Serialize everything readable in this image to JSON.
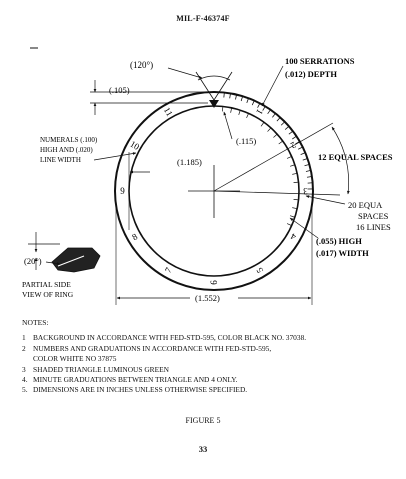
{
  "header": "MIL-F-46374F",
  "figure": {
    "angle_top": "(120°)",
    "serrations_line1": "100 SERRATIONS",
    "serrations_line2": "(.012) DEPTH",
    "dim_105": "(.105)",
    "dim_115": "(.115)",
    "dim_1185": "(1.185)",
    "numerals_line1": "NUMERALS (.100)",
    "numerals_line2": "HIGH AND (.020)",
    "numerals_line3": "LINE WIDTH",
    "spaces_12": "12 EQUAL SPACES",
    "spaces_20_line1": "20 EQUA",
    "spaces_20_line2": "SPACES",
    "spaces_20_line3": "16 LINES",
    "high_line1": "(.055) HIGH",
    "high_line2": "(.017) WIDTH",
    "angle_side": "(20°)",
    "partial_line1": "PARTIAL SIDE",
    "partial_line2": "VIEW OF RING",
    "dim_1552": "(1.552)",
    "dial_numerals": [
      "11",
      "10",
      "9",
      "8",
      "7",
      "6",
      "5",
      "4",
      "3",
      "2",
      "1"
    ]
  },
  "notes": {
    "title": "NOTES:",
    "items": [
      {
        "num": "1",
        "text": "BACKGROUND IN ACCORDANCE WITH FED-STD-595, COLOR BLACK NO. 37038."
      },
      {
        "num": "2",
        "text": "NUMBERS AND GRADUATIONS IN ACCORDANCE WITH FED-STD-595,",
        "cont": "COLOR WHITE NO  37875"
      },
      {
        "num": "3",
        "text": "SHADED TRIANGLE  LUMINOUS GREEN"
      },
      {
        "num": "4.",
        "text": "MINUTE GRADUATIONS BETWEEN TRIANGLE AND 4 ONLY."
      },
      {
        "num": "5.",
        "text": "DIMENSIONS ARE IN INCHES UNLESS OTHERWISE SPECIFIED."
      }
    ]
  },
  "figure_caption": "FIGURE 5",
  "page_number": "33"
}
